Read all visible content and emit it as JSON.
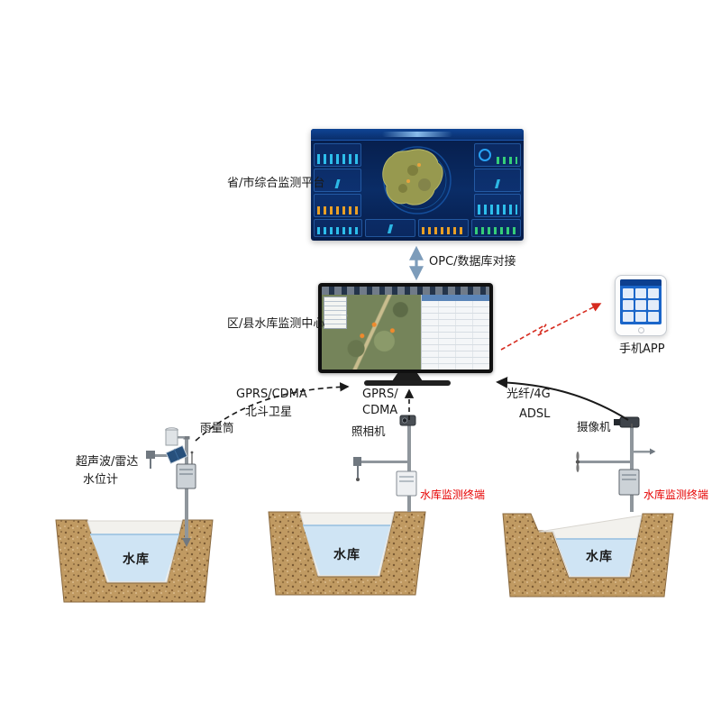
{
  "labels": {
    "platform": "省/市综合监测平台",
    "opc_link": "OPC/数据库对接",
    "center": "区/县水库监测中心",
    "phone": "手机APP",
    "left_link1": "GPRS/CDMA",
    "left_link2": "北斗卫星",
    "mid_link1": "GPRS/",
    "mid_link2": "CDMA",
    "right_link1": "光纤/4G",
    "right_link2": "ADSL",
    "rain_gauge": "雨量筒",
    "water_level1": "超声波/雷达",
    "water_level2": "水位计",
    "camera": "照相机",
    "video_camera": "摄像机",
    "terminal": "水库监测终端",
    "reservoir": "水库"
  },
  "colors": {
    "terminal_text": "#e60000",
    "soil": "#c09a62",
    "water": "#cfe4f4",
    "arrow_black": "#1a1a1a",
    "link_arrow_blue": "#7d9cba",
    "zigzag_red": "#d62b1f",
    "dashboard_bg": "#0a2c66"
  }
}
